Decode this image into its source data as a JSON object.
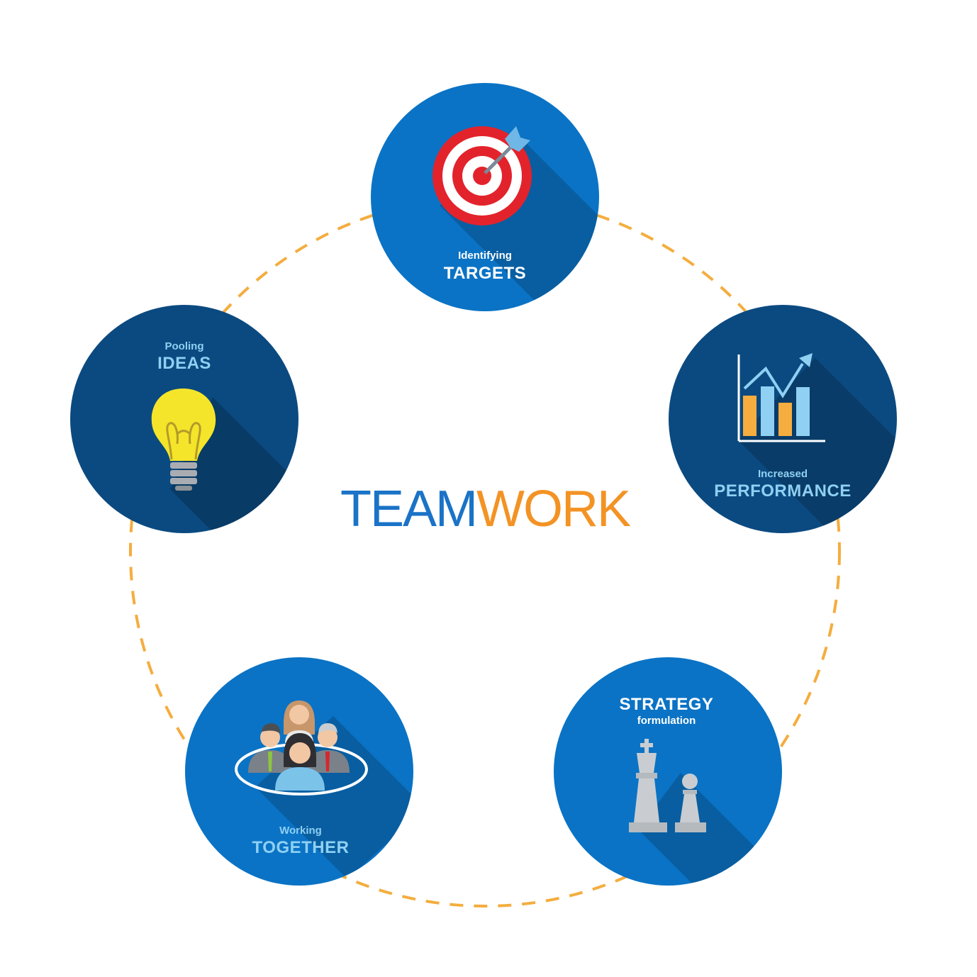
{
  "title": {
    "part1": "TEAM",
    "part2": "WORK"
  },
  "colors": {
    "bright_blue": "#0a73c5",
    "dark_blue": "#0b4a80",
    "orange": "#f4ad3e",
    "title_blue": "#1a73c7",
    "title_orange": "#f39324",
    "label_white": "#ffffff",
    "label_light_blue": "#8fd0f3"
  },
  "nodes": [
    {
      "id": "targets",
      "small": "Identifying",
      "big": "TARGETS",
      "icon": "target-arrow-icon"
    },
    {
      "id": "performance",
      "small": "Increased",
      "big": "PERFORMANCE",
      "icon": "bar-chart-growth-icon"
    },
    {
      "id": "strategy",
      "big": "STRATEGY",
      "small": "formulation",
      "icon": "chess-pieces-icon"
    },
    {
      "id": "together",
      "small": "Working",
      "big": "TOGETHER",
      "icon": "team-people-icon"
    },
    {
      "id": "ideas",
      "small": "Pooling",
      "big": "IDEAS",
      "icon": "lightbulb-icon"
    }
  ]
}
